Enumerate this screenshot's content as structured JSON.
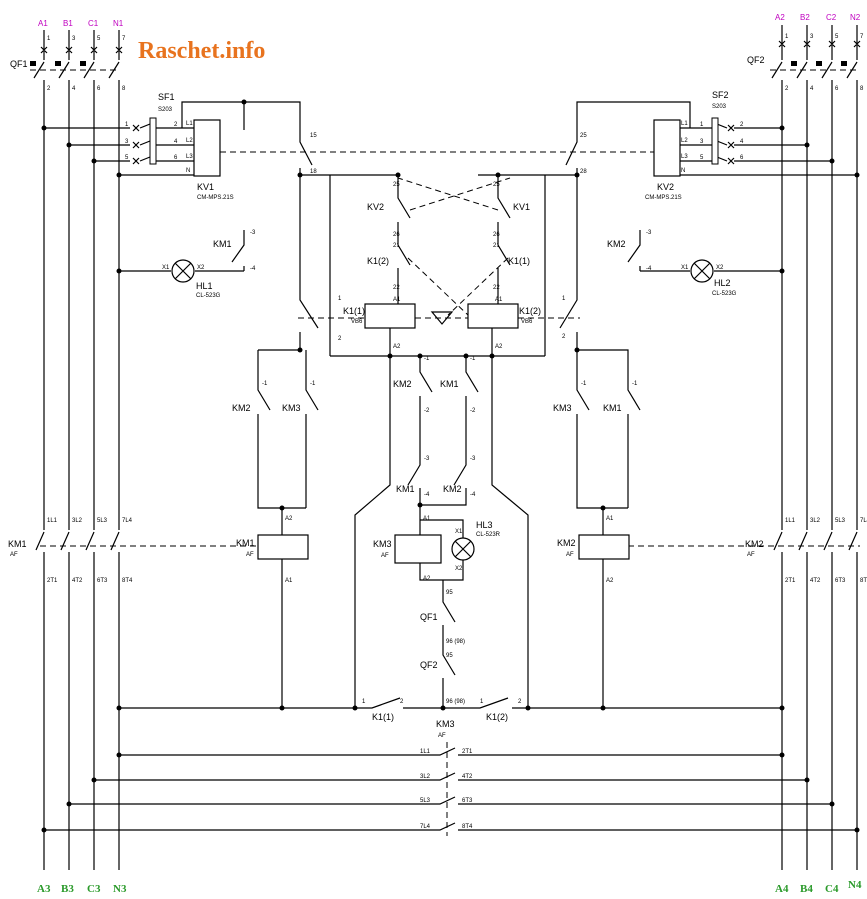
{
  "brand": "Raschet.info",
  "inputs_left": [
    "A1",
    "B1",
    "C1",
    "N1"
  ],
  "inputs_right": [
    "A2",
    "B2",
    "C2",
    "N2"
  ],
  "outputs_left": [
    "A3",
    "B3",
    "C3",
    "N3"
  ],
  "outputs_right": [
    "A4",
    "B4",
    "C4",
    "N4"
  ],
  "breaker_left": {
    "name": "QF1",
    "top_pins": [
      "1",
      "3",
      "5",
      "7"
    ],
    "bottom_pins": [
      "2",
      "4",
      "6",
      "8"
    ]
  },
  "breaker_right": {
    "name": "QF2",
    "top_pins": [
      "1",
      "3",
      "5",
      "7"
    ],
    "bottom_pins": [
      "2",
      "4",
      "6",
      "8"
    ]
  },
  "sf_left": {
    "name": "SF1",
    "model": "S203",
    "pins_in": [
      "1",
      "3",
      "5"
    ],
    "pins_out": [
      "2",
      "4",
      "6"
    ]
  },
  "sf_right": {
    "name": "SF2",
    "model": "S203",
    "pins_in": [
      "1",
      "3",
      "5"
    ],
    "pins_out": [
      "2",
      "4",
      "6"
    ]
  },
  "relay_left": {
    "name": "KV1",
    "model": "CM-MPS.21S",
    "pins": [
      "L1",
      "L2",
      "L3",
      "N"
    ]
  },
  "relay_right": {
    "name": "KV2",
    "model": "CM-MPS.21S",
    "pins": [
      "L1",
      "L2",
      "L3",
      "N"
    ]
  },
  "lamp_left": {
    "name": "HL1",
    "model": "CL-523G",
    "x1": "X1",
    "x2": "X2"
  },
  "lamp_right": {
    "name": "HL2",
    "model": "CL-523G",
    "x1": "X1",
    "x2": "X2"
  },
  "lamp_center": {
    "name": "HL3",
    "model": "CL-523R",
    "x1": "X1",
    "x2": "X2"
  },
  "labels": {
    "kv1_contact_pins": [
      "15",
      "18"
    ],
    "kv2_contact_pins": [
      "25",
      "28"
    ],
    "km1": "KM1",
    "km2": "KM2",
    "km3": "KM3",
    "kv1": "KV1",
    "kv2": "KV2",
    "k1_1": "K1(1)",
    "k1_2": "K1(2)",
    "qf1": "QF1",
    "qf2": "QF2",
    "vb6": "VB6",
    "af": "AF",
    "pin_a1": "A1",
    "pin_a2": "A2",
    "pin_1": "1",
    "pin_2": "2",
    "pin_3": "-3",
    "pin_4": "-4",
    "pin_m1": "-1",
    "pin_m2": "-2",
    "pin_21": "21",
    "pin_22": "22",
    "pin_25": "25",
    "pin_26": "26",
    "pin_95": "95",
    "pin_96": "96 (98)",
    "km_top_pins": [
      "1L1",
      "3L2",
      "5L3",
      "7L4"
    ],
    "km_bottom_pins": [
      "2T1",
      "4T2",
      "6T3",
      "8T4"
    ]
  }
}
